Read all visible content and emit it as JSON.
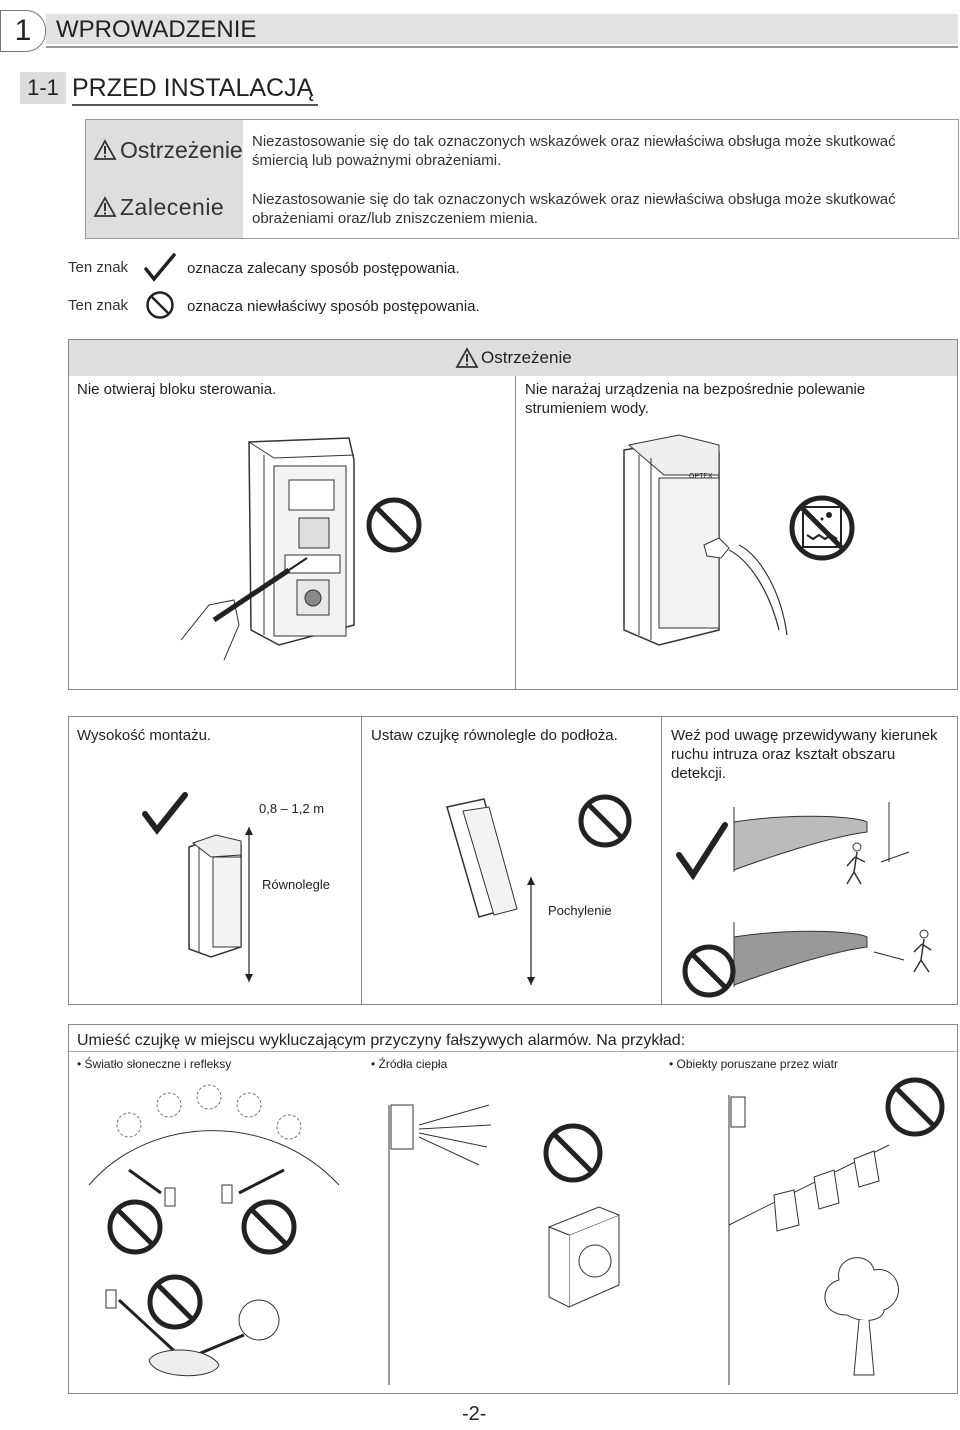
{
  "chapter": {
    "number": "1",
    "title": "WPROWADZENIE"
  },
  "section": {
    "number": "1-1",
    "title": "PRZED INSTALACJĄ"
  },
  "legend": [
    {
      "label": "Ostrzeżenie",
      "text": "Niezastosowanie się do tak oznaczonych wskazówek oraz niewłaściwa obsługa może skutkować śmiercią lub poważnymi obrażeniami."
    },
    {
      "label": "Zalecenie",
      "text": "Niezastosowanie się do tak oznaczonych wskazówek oraz niewłaściwa obsługa może skutkować obrażeniami oraz/lub zniszczeniem mienia."
    }
  ],
  "symbols": {
    "prefix": "Ten znak",
    "recommended": "oznacza zalecany sposób postępowania.",
    "improper": "oznacza niewłaściwy sposób postępowania."
  },
  "warning_box": {
    "header": "Ostrzeżenie",
    "left_text": "Nie otwieraj bloku sterowania.",
    "right_text": "Nie narażaj urządzenia na bezpośrednie polewanie strumieniem wody.",
    "brand": "OPTEX"
  },
  "install_box": {
    "col1_text": "Wysokość montażu.",
    "height_label": "0,8 – 1,2 m",
    "parallel_label": "Równolegle",
    "col2_text": "Ustaw czujkę równolegle do podłoża.",
    "tilt_label": "Pochylenie",
    "col3_text": "Weź pod uwagę przewidywany kierunek ruchu intruza oraz kształt obszaru detekcji."
  },
  "alarm_box": {
    "header": "Umieść czujkę w miejscu wykluczającym przyczyny fałszywych alarmów. Na przykład:",
    "items": [
      "Światło słoneczne i refleksy",
      "Źródła ciepła",
      "Obiekty poruszane przez wiatr"
    ]
  },
  "page_number": "-2-",
  "colors": {
    "header_gray": "#dedede",
    "border": "#888888"
  }
}
